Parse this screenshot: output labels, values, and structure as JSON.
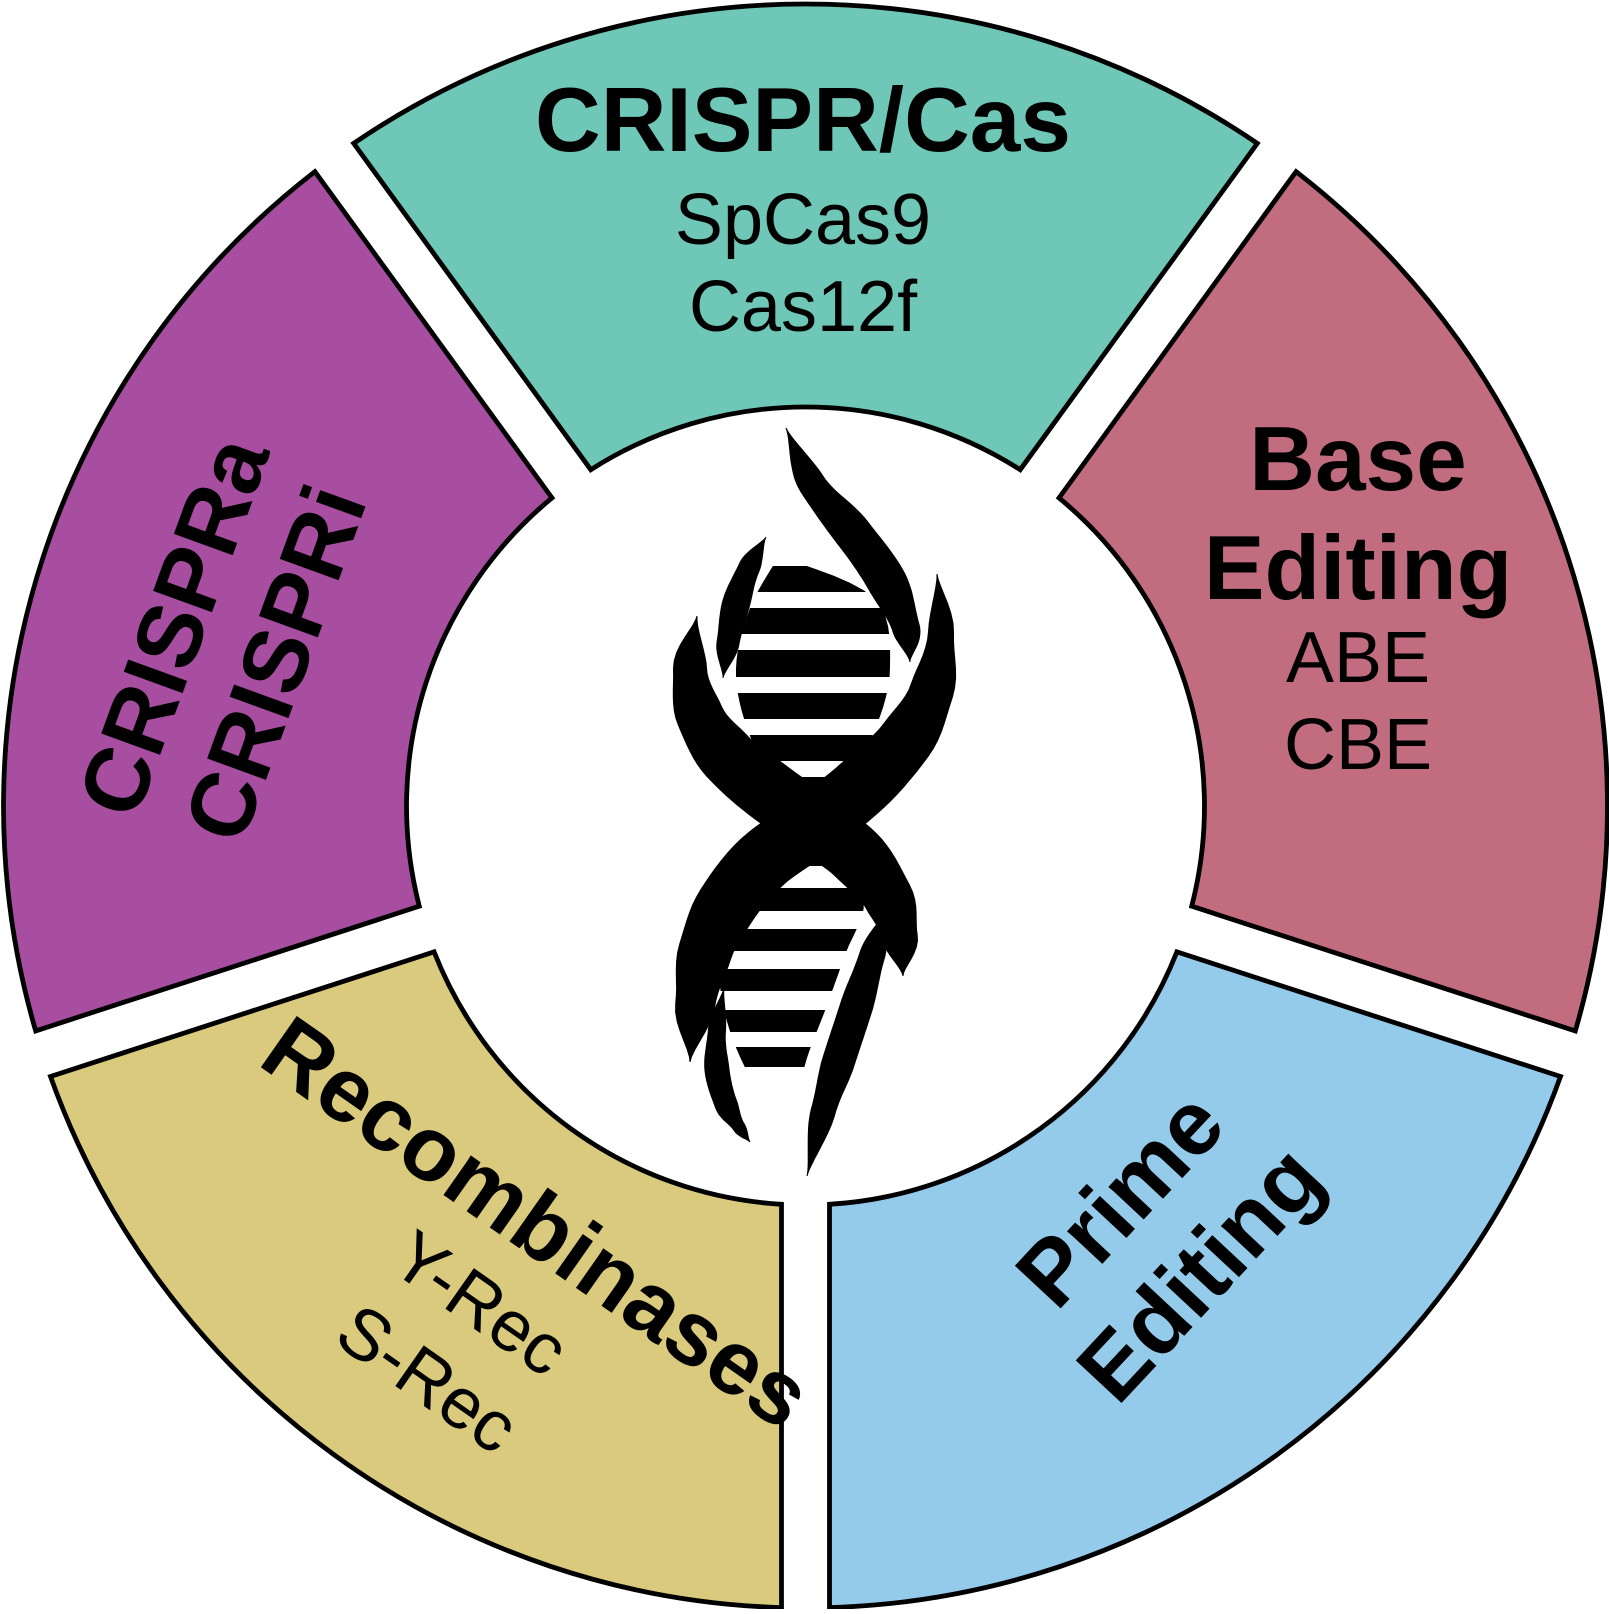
{
  "diagram": {
    "background": "#ffffff",
    "outline_color": "#000000",
    "text_color": "#000000",
    "center_icon": "dna-double-helix",
    "segments": [
      {
        "id": "crispr-cas",
        "color": "#6fc7b7",
        "title_lines": [
          "CRISPR/Cas"
        ],
        "sub_lines": [
          "SpCas9",
          "Cas12f"
        ]
      },
      {
        "id": "base-editing",
        "color": "#c16d7f",
        "title_lines": [
          "Base",
          "Editing"
        ],
        "sub_lines": [
          "ABE",
          "CBE"
        ]
      },
      {
        "id": "prime-editing",
        "color": "#94cbea",
        "title_lines": [
          "Prime",
          "Editing"
        ],
        "sub_lines": []
      },
      {
        "id": "recombinases",
        "color": "#d9ca7d",
        "title_lines": [
          "Recombinases"
        ],
        "sub_lines": [
          "Y-Rec",
          "S-Rec"
        ]
      },
      {
        "id": "crispra-crispri",
        "color": "#a84ea1",
        "title_lines": [
          "CRISPRa",
          "CRISPRi"
        ],
        "sub_lines": []
      }
    ]
  }
}
